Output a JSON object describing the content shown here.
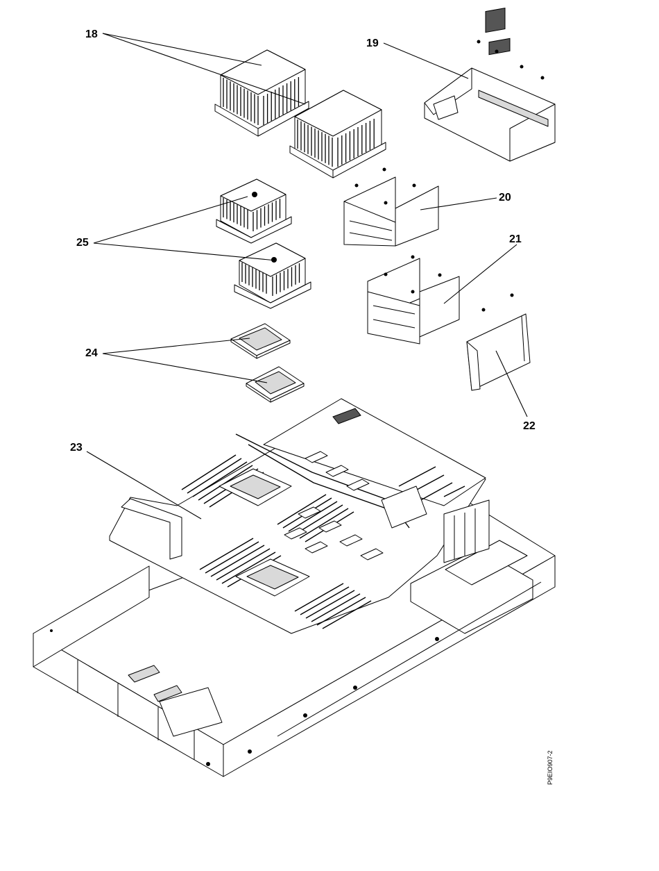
{
  "figure": {
    "figure_id": "P9EIO907-2",
    "callouts": [
      {
        "id": "18",
        "label": "18"
      },
      {
        "id": "19",
        "label": "19"
      },
      {
        "id": "20",
        "label": "20"
      },
      {
        "id": "21",
        "label": "21"
      },
      {
        "id": "22",
        "label": "22"
      },
      {
        "id": "23",
        "label": "23"
      },
      {
        "id": "24",
        "label": "24"
      },
      {
        "id": "25",
        "label": "25"
      }
    ]
  }
}
